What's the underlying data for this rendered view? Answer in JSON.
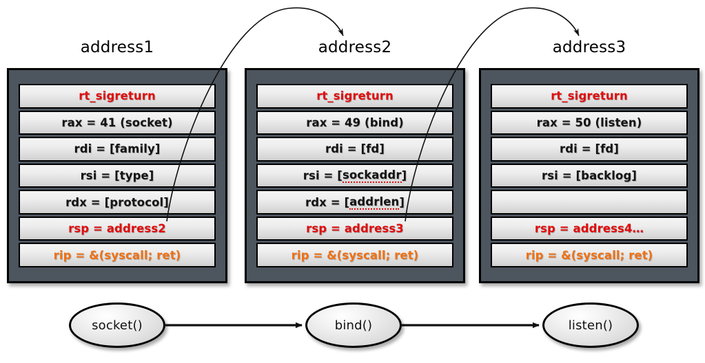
{
  "diagram": {
    "title": "SROP chained sigreturn frames for socket/bind/listen",
    "colors": {
      "frame": "#4d555e",
      "cell_light": "#f4f4f4",
      "cell_dark": "#cfcfcf",
      "red": "#e10d0d",
      "orange": "#ef7216",
      "black": "#141414",
      "background": "#ffffff"
    }
  },
  "columns": [
    {
      "label": "address1",
      "rows": [
        {
          "text": "rt_sigreturn",
          "color": "red",
          "spellcheck": false
        },
        {
          "text": "rax = 41 (socket)",
          "color": "black",
          "spellcheck": false
        },
        {
          "text": "rdi = [family]",
          "color": "black",
          "spellcheck": false
        },
        {
          "text": "rsi = [type]",
          "color": "black",
          "spellcheck": false
        },
        {
          "text": "rdx = [protocol]",
          "color": "black",
          "spellcheck": false
        },
        {
          "text": "rsp = address2",
          "color": "red",
          "spellcheck": false
        },
        {
          "text": "rip = &(syscall; ret)",
          "color": "orange",
          "spellcheck": false
        }
      ]
    },
    {
      "label": "address2",
      "rows": [
        {
          "text": "rt_sigreturn",
          "color": "red",
          "spellcheck": false
        },
        {
          "text": "rax = 49 (bind)",
          "color": "black",
          "spellcheck": false
        },
        {
          "text": "rdi = [fd]",
          "color": "black",
          "spellcheck": false
        },
        {
          "text": "rsi = [sockaddr]",
          "color": "black",
          "spellcheck": true,
          "spellword": "sockaddr"
        },
        {
          "text": "rdx = [addrlen]",
          "color": "black",
          "spellcheck": true,
          "spellword": "addrlen"
        },
        {
          "text": "rsp = address3",
          "color": "red",
          "spellcheck": false
        },
        {
          "text": "rip = &(syscall; ret)",
          "color": "orange",
          "spellcheck": false
        }
      ]
    },
    {
      "label": "address3",
      "rows": [
        {
          "text": "rt_sigreturn",
          "color": "red",
          "spellcheck": false
        },
        {
          "text": "rax = 50 (listen)",
          "color": "black",
          "spellcheck": false
        },
        {
          "text": "rdi = [fd]",
          "color": "black",
          "spellcheck": false
        },
        {
          "text": "rsi = [backlog]",
          "color": "black",
          "spellcheck": false
        },
        {
          "text": "",
          "color": "empty",
          "spellcheck": false
        },
        {
          "text": "rsp = address4…",
          "color": "red",
          "spellcheck": false
        },
        {
          "text": "rip = &(syscall; ret)",
          "color": "orange",
          "spellcheck": false
        }
      ]
    }
  ],
  "flow": {
    "nodes": [
      {
        "label": "socket()"
      },
      {
        "label": "bind()"
      },
      {
        "label": "listen()"
      }
    ]
  }
}
